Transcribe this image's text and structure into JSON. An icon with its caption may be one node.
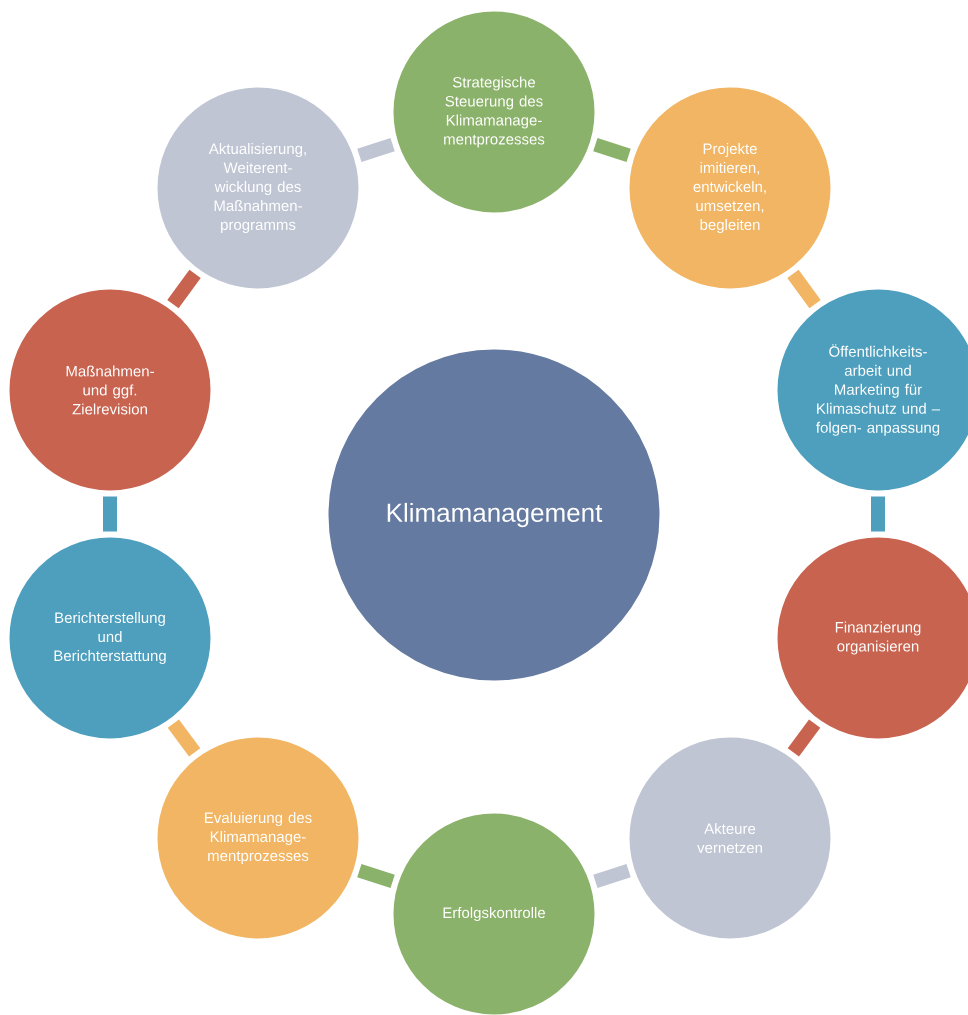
{
  "diagram": {
    "nodes": [
      {
        "text": [
          "Klimamanagement"
        ]
      },
      {
        "text": [
          "Strategische Steuerung des Klimamanage- mentprozesses"
        ]
      },
      {
        "text": [
          "Projekte imitieren, entwickeln, umsetzen, begleiten"
        ]
      },
      {
        "text": [
          "Öffentlichkeits- arbeit und Marketing für Klimaschutz und –folgen- anpassung"
        ]
      },
      {
        "text": [
          "Finanzierung organisieren"
        ]
      },
      {
        "text": [
          "Akteure vernetzen"
        ]
      },
      {
        "text": [
          "Erfolgskontrolle"
        ]
      },
      {
        "text": [
          "Evaluierung des Klimamanage- mentprozesses"
        ]
      },
      {
        "text": [
          "Berichterstellung und Berichterstattung"
        ]
      },
      {
        "text": [
          "Maßnahmen- und ggf. Zielrevision"
        ]
      },
      {
        "text": [
          "Aktualisierung, Weiterent- wicklung des Maßnahmen- programms"
        ]
      }
    ],
    "edges": [
      {
        "from": 1,
        "to": 2,
        "arrow": "none",
        "color": "#8bb26a"
      },
      {
        "from": 2,
        "to": 3,
        "arrow": "none",
        "color": "#f1b563"
      },
      {
        "from": 3,
        "to": 4,
        "arrow": "none",
        "color": "#4d9fbd"
      },
      {
        "from": 4,
        "to": 5,
        "arrow": "none",
        "color": "#c8634f"
      },
      {
        "from": 5,
        "to": 6,
        "arrow": "none",
        "color": "#bfc5d3"
      },
      {
        "from": 6,
        "to": 7,
        "arrow": "none",
        "color": "#8bb26a"
      },
      {
        "from": 7,
        "to": 8,
        "arrow": "none",
        "color": "#f1b563"
      },
      {
        "from": 8,
        "to": 9,
        "arrow": "none",
        "color": "#4d9fbd"
      },
      {
        "from": 9,
        "to": 10,
        "arrow": "none",
        "color": "#c8634f"
      },
      {
        "from": 10,
        "to": 1,
        "arrow": "none",
        "color": "#bfc5d3"
      }
    ]
  }
}
